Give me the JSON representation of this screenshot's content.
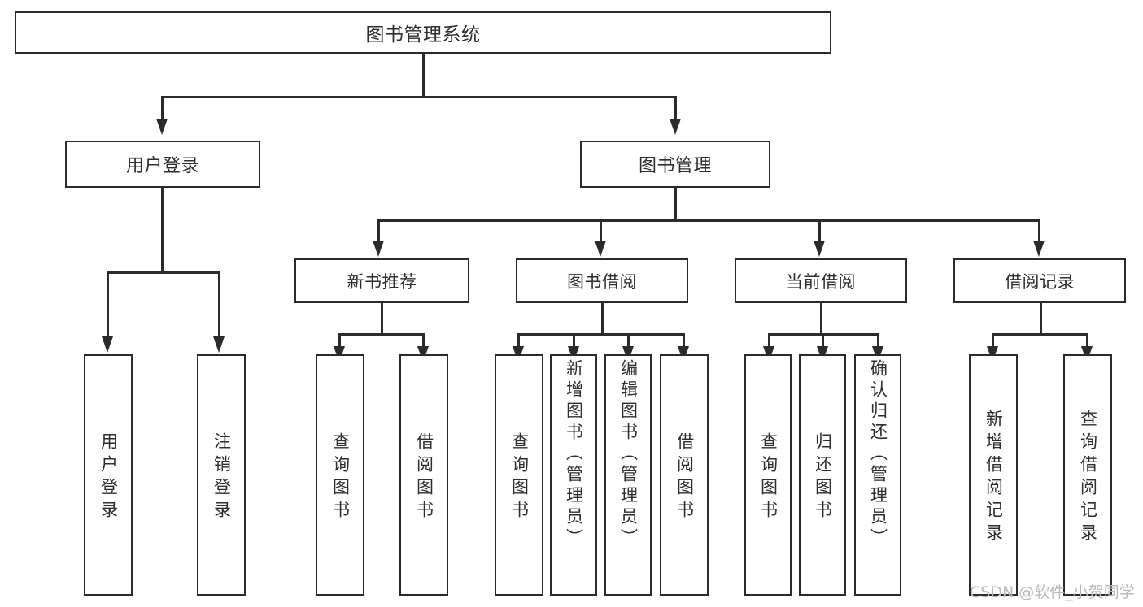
{
  "diagram": {
    "title": "图书管理系统",
    "type": "functional-structure-tree",
    "root": {
      "label": "图书管理系统"
    },
    "level2": [
      {
        "label": "用户登录"
      },
      {
        "label": "图书管理"
      }
    ],
    "level3": [
      {
        "label": "新书推荐"
      },
      {
        "label": "图书借阅"
      },
      {
        "label": "当前借阅"
      },
      {
        "label": "借阅记录"
      }
    ],
    "leaves": {
      "user_login": [
        {
          "label": "用户登录"
        },
        {
          "label": "注销登录"
        }
      ],
      "new_book_recommend": [
        {
          "label": "查询图书"
        },
        {
          "label": "借阅图书"
        }
      ],
      "book_borrow": [
        {
          "label": "查询图书"
        },
        {
          "label": "新增图书（管理员）"
        },
        {
          "label": "编辑图书（管理员）"
        },
        {
          "label": "借阅图书"
        }
      ],
      "current_borrow": [
        {
          "label": "查询图书"
        },
        {
          "label": "归还图书"
        },
        {
          "label": "确认归还（管理员）"
        }
      ],
      "borrow_record": [
        {
          "label": "新增借阅记录"
        },
        {
          "label": "查询借阅记录"
        }
      ]
    }
  },
  "watermark": {
    "text": "CSDN @软件_小贺同学"
  },
  "colors": {
    "stroke": "#2b2b2b",
    "fill": "#ffffff",
    "text": "#2e2e2e",
    "watermark": "#b9b9b9"
  }
}
